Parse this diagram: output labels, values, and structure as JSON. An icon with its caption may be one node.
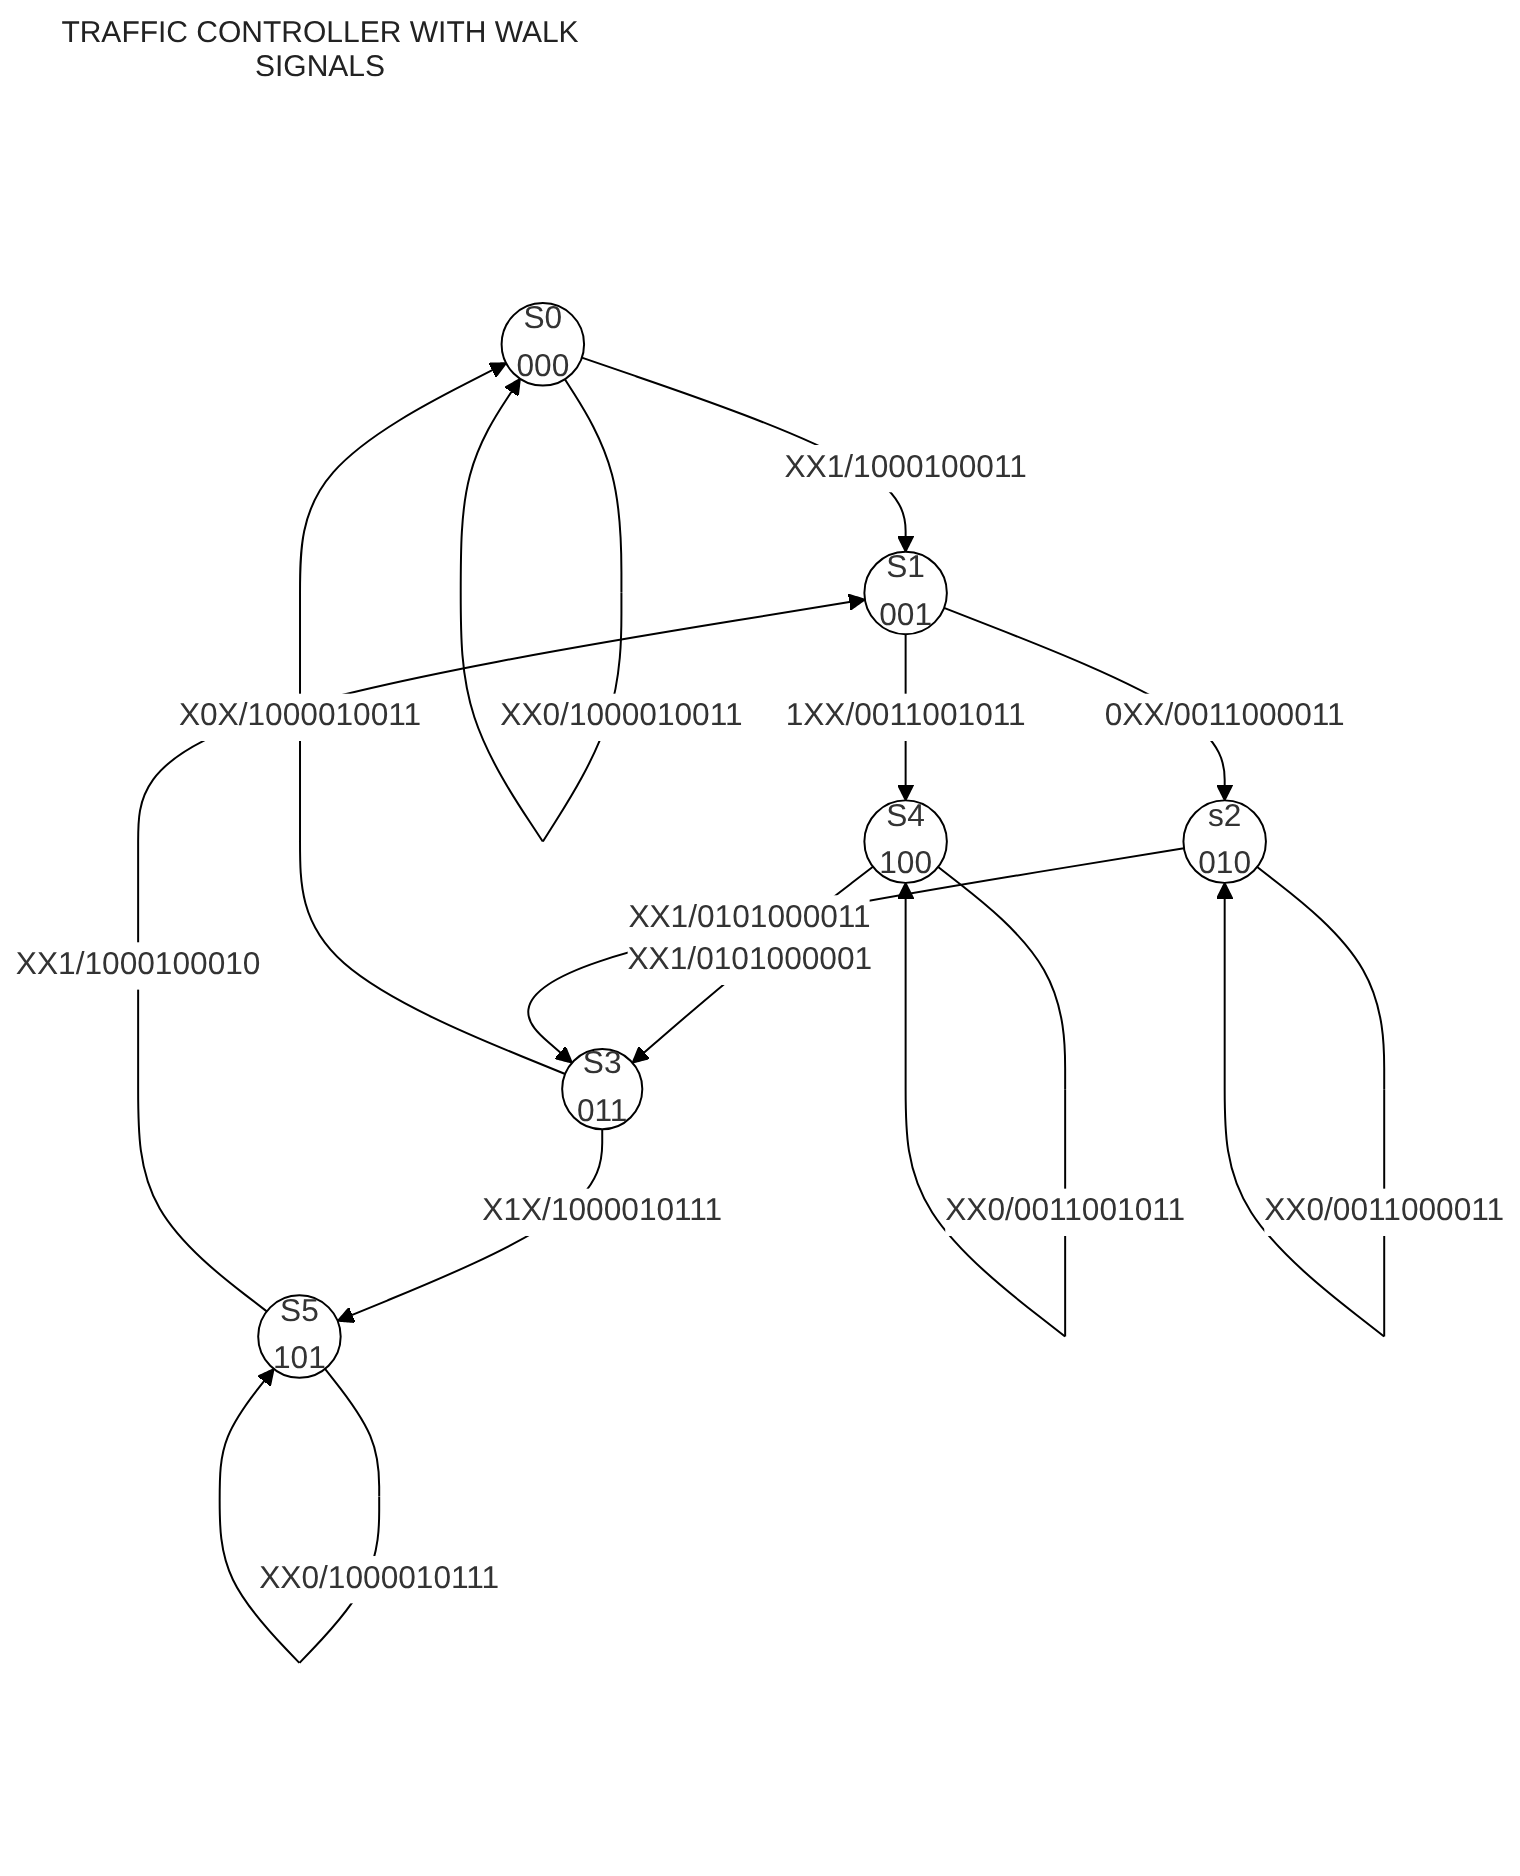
{
  "diagram": {
    "title": "TRAFFIC CONTROLLER WITH WALK SIGNALS",
    "nodes": [
      {
        "text": [
          "S0",
          "000"
        ]
      },
      {
        "text": [
          "S5",
          "101"
        ]
      },
      {
        "text": [
          "S3",
          "011"
        ]
      },
      {
        "text": [
          "S1",
          "001"
        ]
      },
      {
        "text": [
          "S4",
          "100"
        ]
      },
      {
        "text": [
          "s2",
          "010"
        ]
      }
    ],
    "edges": [
      {
        "from": 0,
        "to": 0,
        "arrow": "to",
        "label": "XX0/1000010011"
      },
      {
        "from": 0,
        "to": 3,
        "arrow": "to",
        "label": "XX1/1000100011"
      },
      {
        "from": 2,
        "to": 0,
        "arrow": "to",
        "label": "X0X/1000010011"
      },
      {
        "from": 1,
        "to": 1,
        "arrow": "to",
        "label": "XX0/1000010111"
      },
      {
        "from": 2,
        "to": 1,
        "arrow": "to",
        "label": "X1X/1000010111"
      },
      {
        "from": 1,
        "to": 3,
        "arrow": "to",
        "label": "XX1/1000100010"
      },
      {
        "from": 3,
        "to": 4,
        "arrow": "to",
        "label": "1XX/0011001011"
      },
      {
        "from": 4,
        "to": 2,
        "arrow": "to",
        "label": "XX1/0101000001"
      },
      {
        "from": 4,
        "to": 4,
        "arrow": "to",
        "label": "XX0/0011001011"
      },
      {
        "from": 3,
        "to": 5,
        "arrow": "to",
        "label": "0XX/0011000011"
      },
      {
        "from": 5,
        "to": 2,
        "arrow": "to",
        "label": "XX1/0101000011"
      },
      {
        "from": 5,
        "to": 5,
        "arrow": "to",
        "label": "XX0/0011000011"
      }
    ]
  }
}
